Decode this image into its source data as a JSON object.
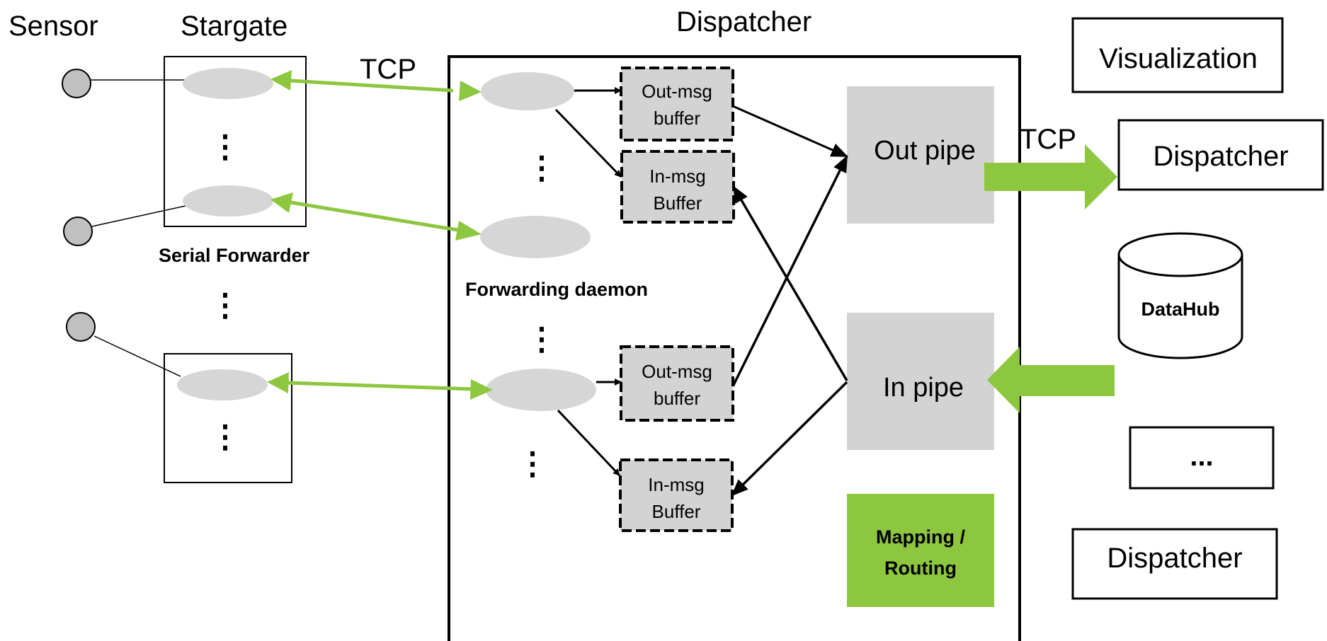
{
  "labels": {
    "sensor": "Sensor",
    "stargate": "Stargate",
    "dispatcher_title": "Dispatcher",
    "tcp_left": "TCP",
    "tcp_right": "TCP",
    "serial_forwarder": "Serial Forwarder",
    "forwarding_daemon": "Forwarding daemon"
  },
  "buffers": {
    "out1_line1": "Out-msg",
    "out1_line2": "buffer",
    "in1_line1": "In-msg",
    "in1_line2": "Buffer",
    "out2_line1": "Out-msg",
    "out2_line2": "buffer",
    "in2_line1": "In-msg",
    "in2_line2": "Buffer"
  },
  "pipes": {
    "out_pipe": "Out pipe",
    "in_pipe": "In pipe",
    "mapping_line1": "Mapping /",
    "mapping_line2": "Routing"
  },
  "external": {
    "visualization": "Visualization",
    "dispatcher_top": "Dispatcher",
    "datahub": "DataHub",
    "ellipsis": "...",
    "dispatcher_bottom": "Dispatcher"
  },
  "dots": "⋮",
  "colors": {
    "green": "#8dc63f",
    "pipe_gray": "#d3d3d3",
    "ellipse_gray": "#d6d6d6",
    "sensor_gray": "#c0c0c0"
  }
}
